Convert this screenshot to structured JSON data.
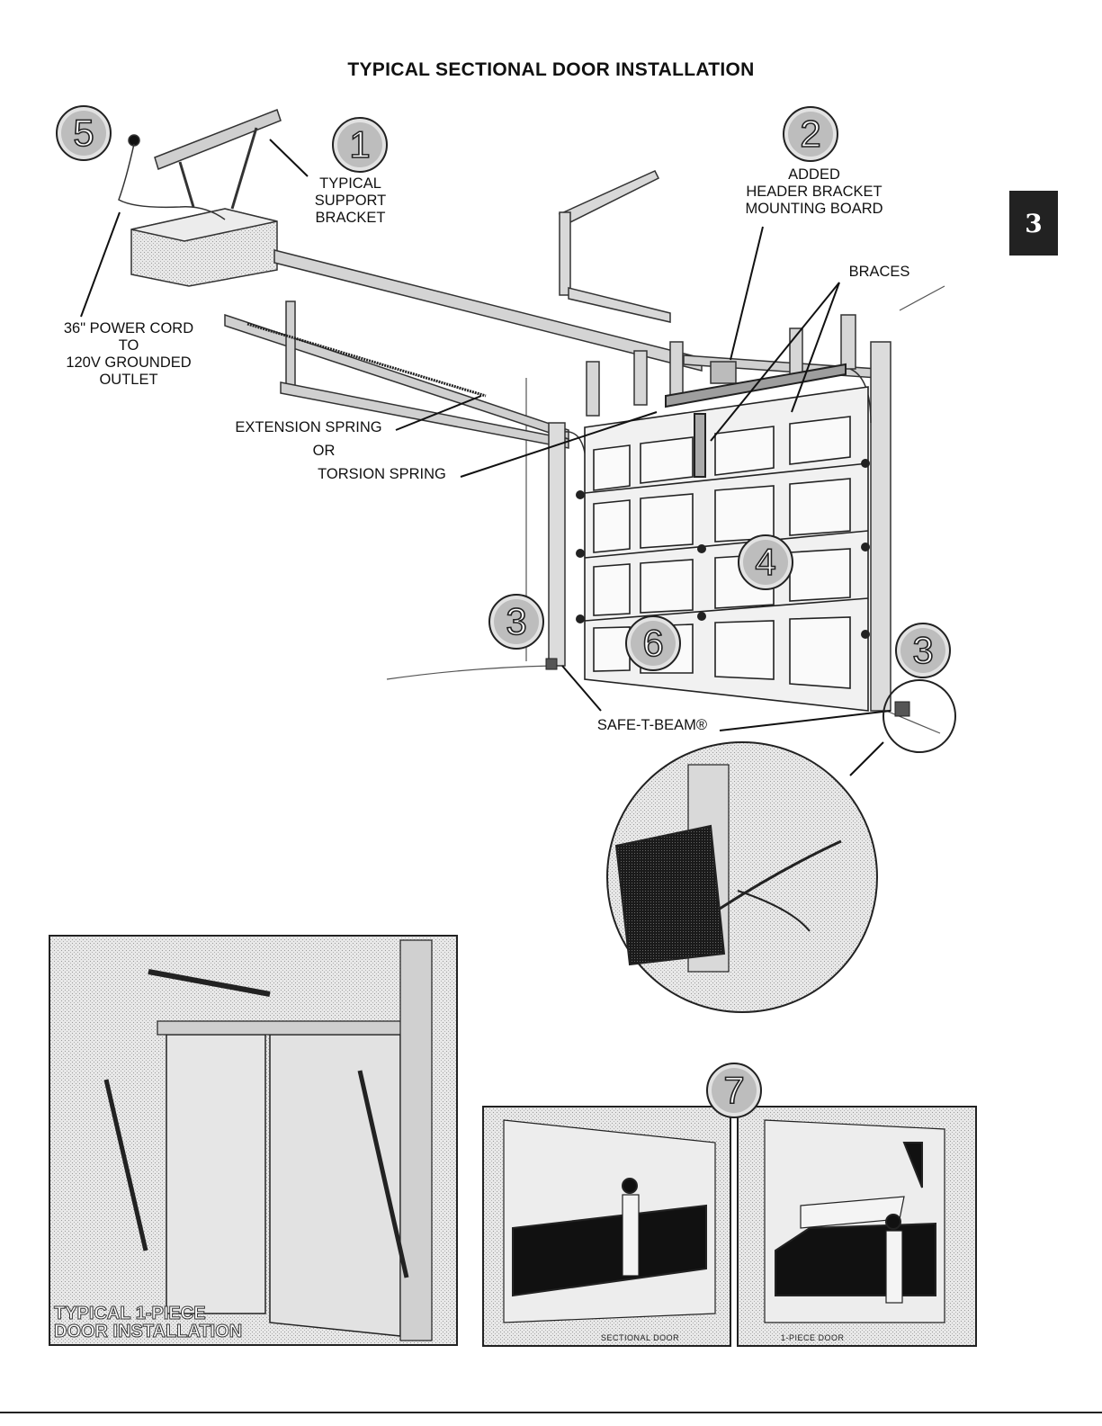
{
  "title": "TYPICAL SECTIONAL DOOR INSTALLATION",
  "section_tab": "3",
  "callouts": {
    "n1": "1",
    "n2": "2",
    "n3": "3",
    "n4": "4",
    "n5": "5",
    "n6": "6",
    "n7": "7"
  },
  "labels": {
    "support_bracket": "TYPICAL\nSUPPORT\nBRACKET",
    "header_bracket": "ADDED\nHEADER BRACKET\nMOUNTING BOARD",
    "braces": "BRACES",
    "power_cord": "36\" POWER CORD\nTO\n120V GROUNDED\nOUTLET",
    "extension_spring": "EXTENSION SPRING",
    "or": "OR",
    "torsion_spring": "TORSION SPRING",
    "safe_t_beam": "SAFE-T-BEAM®"
  },
  "panels": {
    "one_piece_caption": "TYPICAL 1-PIECE\nDOOR INSTALLATION",
    "sectional_door": "SECTIONAL DOOR",
    "one_piece_door": "1-PIECE DOOR"
  }
}
